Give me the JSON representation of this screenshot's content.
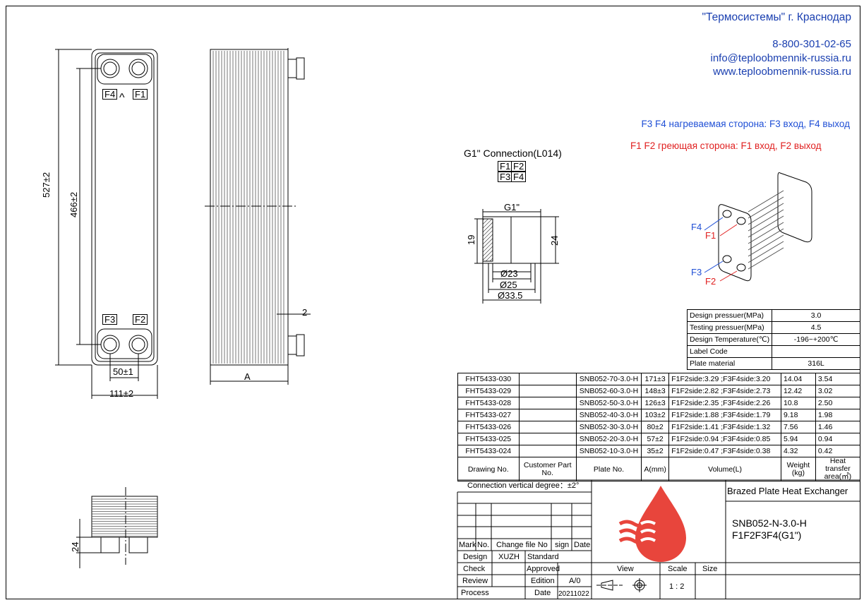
{
  "company": {
    "name": "\"Термосистемы\" г. Краснодар",
    "phone": "8-800-301-02-65",
    "email": "info@teploobmennik-russia.ru",
    "website": "www.teploobmennik-russia.ru"
  },
  "notes": {
    "heated_side": "F3 F4 нагреваемая сторона: F3  вход, F4 выход",
    "heating_side": "F1 F2 греющая сторона: F1  вход, F2 выход",
    "colors": {
      "heated": "#1f4fd6",
      "heating": "#e02020"
    }
  },
  "front_view": {
    "ports_top": [
      "F4",
      "F1"
    ],
    "ports_bottom": [
      "F3",
      "F2"
    ],
    "arrow_glyph": "^",
    "dims": {
      "total_height": "527±2",
      "port_spacing_v": "466±2",
      "port_spacing_h": "50±1",
      "width": "111±2"
    }
  },
  "side_view": {
    "dim_a": "A",
    "dim_gap": "2"
  },
  "bottom_view": {
    "dim_height": "24"
  },
  "connection": {
    "title": "G1\" Connection(L014)",
    "ports_row1": [
      "F1",
      "F2"
    ],
    "ports_row2": [
      "F3",
      "F4"
    ],
    "thread": "G1\"",
    "dims": {
      "d1": "Ø23",
      "d2": "Ø25",
      "d3": "Ø33.5",
      "h19": "19",
      "h24": "24"
    }
  },
  "iso_view": {
    "labels": [
      "F4",
      "F1",
      "F3",
      "F2"
    ]
  },
  "spec": [
    {
      "label": "Design pressuer(MPa)",
      "value": "3.0"
    },
    {
      "label": "Testing pressuer(MPa)",
      "value": "4.5"
    },
    {
      "label": "Design Temperature(℃)",
      "value": "-196~+200℃"
    },
    {
      "label": "Label Code",
      "value": ""
    },
    {
      "label": "Plate material",
      "value": "316L"
    }
  ],
  "models": {
    "rows": [
      {
        "drawing": "FHT5433-030",
        "customer": "",
        "plate": "SNB052-70-3.0-H",
        "a": "171±3",
        "volume": "F1F2side:3.29 ;F3F4side:3.20",
        "weight": "14.04",
        "area": "3.54"
      },
      {
        "drawing": "FHT5433-029",
        "customer": "",
        "plate": "SNB052-60-3.0-H",
        "a": "148±3",
        "volume": "F1F2side:2.82 ;F3F4side:2.73",
        "weight": "12.42",
        "area": "3.02"
      },
      {
        "drawing": "FHT5433-028",
        "customer": "",
        "plate": "SNB052-50-3.0-H",
        "a": "126±3",
        "volume": "F1F2side:2.35 ;F3F4side:2.26",
        "weight": "10.8",
        "area": "2.50"
      },
      {
        "drawing": "FHT5433-027",
        "customer": "",
        "plate": "SNB052-40-3.0-H",
        "a": "103±2",
        "volume": "F1F2side:1.88 ;F3F4side:1.79",
        "weight": "9.18",
        "area": "1.98"
      },
      {
        "drawing": "FHT5433-026",
        "customer": "",
        "plate": "SNB052-30-3.0-H",
        "a": "80±2",
        "volume": "F1F2side:1.41 ;F3F4side:1.32",
        "weight": "7.56",
        "area": "1.46"
      },
      {
        "drawing": "FHT5433-025",
        "customer": "",
        "plate": "SNB052-20-3.0-H",
        "a": "57±2",
        "volume": "F1F2side:0.94 ;F3F4side:0.85",
        "weight": "5.94",
        "area": "0.94"
      },
      {
        "drawing": "FHT5433-024",
        "customer": "",
        "plate": "SNB052-10-3.0-H",
        "a": "35±2",
        "volume": "F1F2side:0.47 ;F3F4side:0.38",
        "weight": "4.32",
        "area": "0.42"
      }
    ],
    "headers": {
      "drawing": "Drawing No.",
      "customer": "Customer Part No.",
      "plate": "Plate No.",
      "a": "A(mm)",
      "volume": "Volume(L)",
      "weight": "Weight (kg)",
      "area": "Heat transfer area(㎡)"
    }
  },
  "title_block": {
    "connection_degree": "Connection vertical degree：±2°",
    "product": "Brazed Plate Heat Exchanger",
    "model": "SNB052-N-3.0-H",
    "ports": "F1F2F3F4(G1\")",
    "mark": "Mark",
    "no": "No.",
    "change_file": "Change file No",
    "sign": "sign",
    "date": "Date",
    "design": "Design",
    "designer": "XUZH",
    "standard": "Standard",
    "check": "Check",
    "approved": "Approved",
    "review": "Review",
    "edition": "Edition",
    "edition_value": "A/0",
    "process": "Process",
    "date_label": "Date",
    "date_value": "20211022",
    "view": "View",
    "scale": "Scale",
    "scale_value": "1 : 2",
    "size": "Size",
    "logo_color": "#e8453c"
  }
}
